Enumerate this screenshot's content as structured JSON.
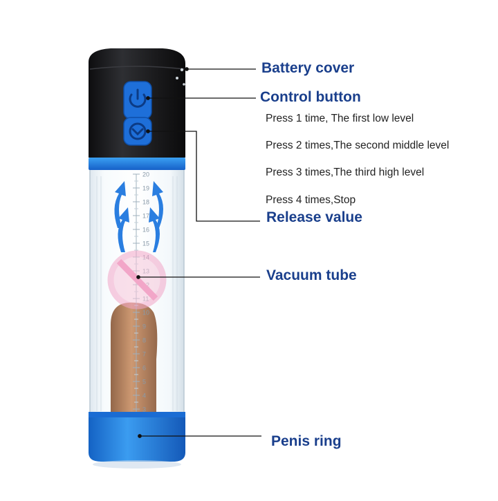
{
  "callouts": {
    "battery_cover": "Battery cover",
    "control_button": "Control button",
    "release_value": "Release value",
    "vacuum_tube": "Vacuum tube",
    "penis_ring": "Penis ring"
  },
  "press_instructions": [
    "Press 1 time,  The first low level",
    "Press 2 times,The second middle level",
    "Press 3 times,The third high level",
    "Press 4 times,Stop"
  ],
  "scale_ticks": [
    "20",
    "19",
    "18",
    "17",
    "16",
    "15",
    "14",
    "13",
    "12",
    "11",
    "10",
    "9",
    "8",
    "7",
    "6",
    "5",
    "4",
    "3"
  ],
  "colors": {
    "label_blue": "#1a3f8c",
    "accent_blue": "#1e6fd9",
    "cap_black": "#1b1b1d",
    "ring_blue": "#2a8ae6",
    "prohibit_pink": "#f2a6c8"
  },
  "icons": {
    "power_button": "power-icon",
    "release_button": "chevron-down-icon",
    "airflow": "up-arrow-icon",
    "prohibited": "prohibition-icon"
  }
}
